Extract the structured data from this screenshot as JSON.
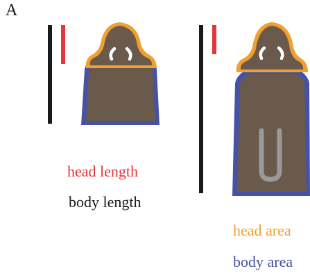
{
  "panel_letter": "A",
  "legend": {
    "head_length": "head length",
    "body_length": "body length",
    "head_area": "head area",
    "body_area": "body area"
  },
  "colors": {
    "head_length": "#e8343c",
    "body_length": "#1a1a1a",
    "head_area": "#f0a030",
    "body_area": "#4652a6",
    "body_fill": "#6a5a4c",
    "eye": "#ffffff",
    "organ": "#9a9a9a",
    "background": "#ffffff"
  }
}
